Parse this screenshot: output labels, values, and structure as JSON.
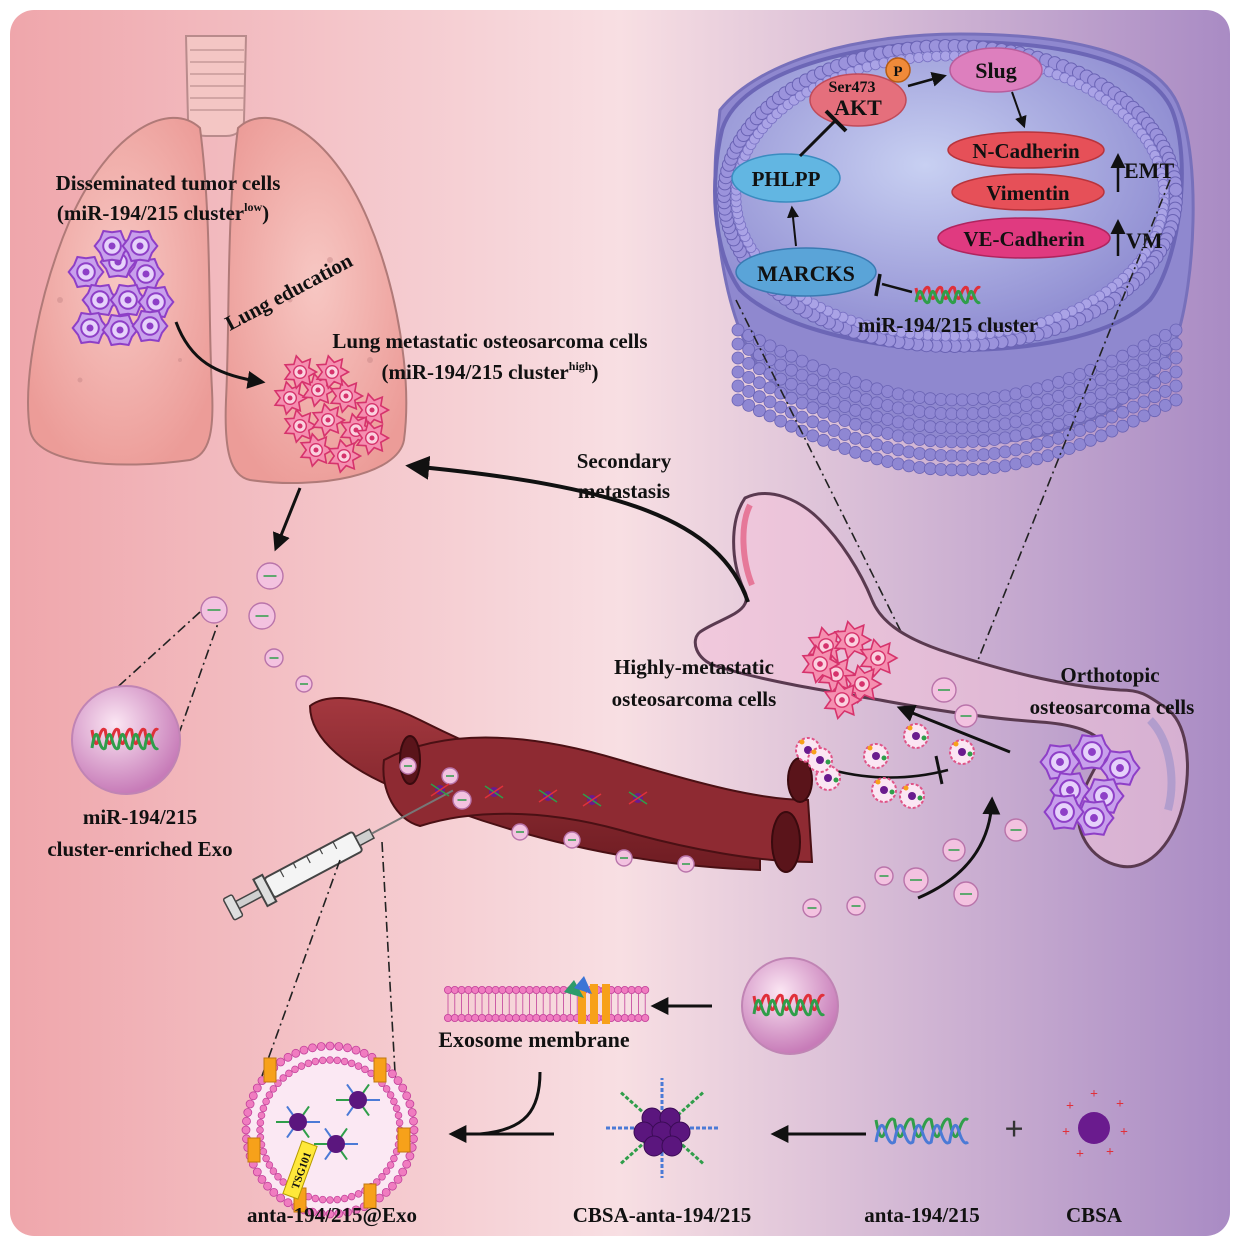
{
  "labels": {
    "disseminated_title": "Disseminated tumor cells",
    "disseminated_sub_pre": "(miR-194/215 cluster",
    "disseminated_sub_sup": "low",
    "disseminated_sub_post": ")",
    "lung_education": "Lung education",
    "lung_meta_title": "Lung metastatic osteosarcoma cells",
    "lung_meta_sub_pre": "(miR-194/215 cluster",
    "lung_meta_sub_sup": "high",
    "lung_meta_sub_post": ")",
    "secondary_1": "Secondary",
    "secondary_2": "metastasis",
    "highly_1": "Highly-metastatic",
    "highly_2": "osteosarcoma cells",
    "orthotopic_1": "Orthotopic",
    "orthotopic_2": "osteosarcoma cells",
    "exo_1": "miR-194/215",
    "exo_2": "cluster-enriched Exo",
    "exosome_membrane": "Exosome membrane",
    "anta_exo": "anta-194/215@Exo",
    "cbsa_anta": "CBSA-anta-194/215",
    "anta": "anta-194/215",
    "cbsa": "CBSA",
    "plus": "+",
    "tsg101": "TSG101"
  },
  "pathway": {
    "ser473": "Ser473",
    "akt": "AKT",
    "p": "P",
    "slug": "Slug",
    "phlpp": "PHLPP",
    "marcks": "MARCKS",
    "n_cadherin": "N-Cadherin",
    "vimentin": "Vimentin",
    "ve_cadherin": "VE-Cadherin",
    "emt": "EMT",
    "vm": "VM",
    "mirna_cluster": "miR-194/215 cluster"
  },
  "colors": {
    "bg_left": "#efa9ae",
    "bg_mid": "#f7dde2",
    "bg_right": "#a98cc4",
    "tumor_purple": "#8e3fc7",
    "tumor_pink": "#ee5b86",
    "vessel": "#8a2a30",
    "membrane": "#8d86d2",
    "akt_red": "#e66b78",
    "phlpp_blue": "#5fb3df",
    "cad_red": "#e24e57",
    "ve_pink": "#e03a7e"
  }
}
